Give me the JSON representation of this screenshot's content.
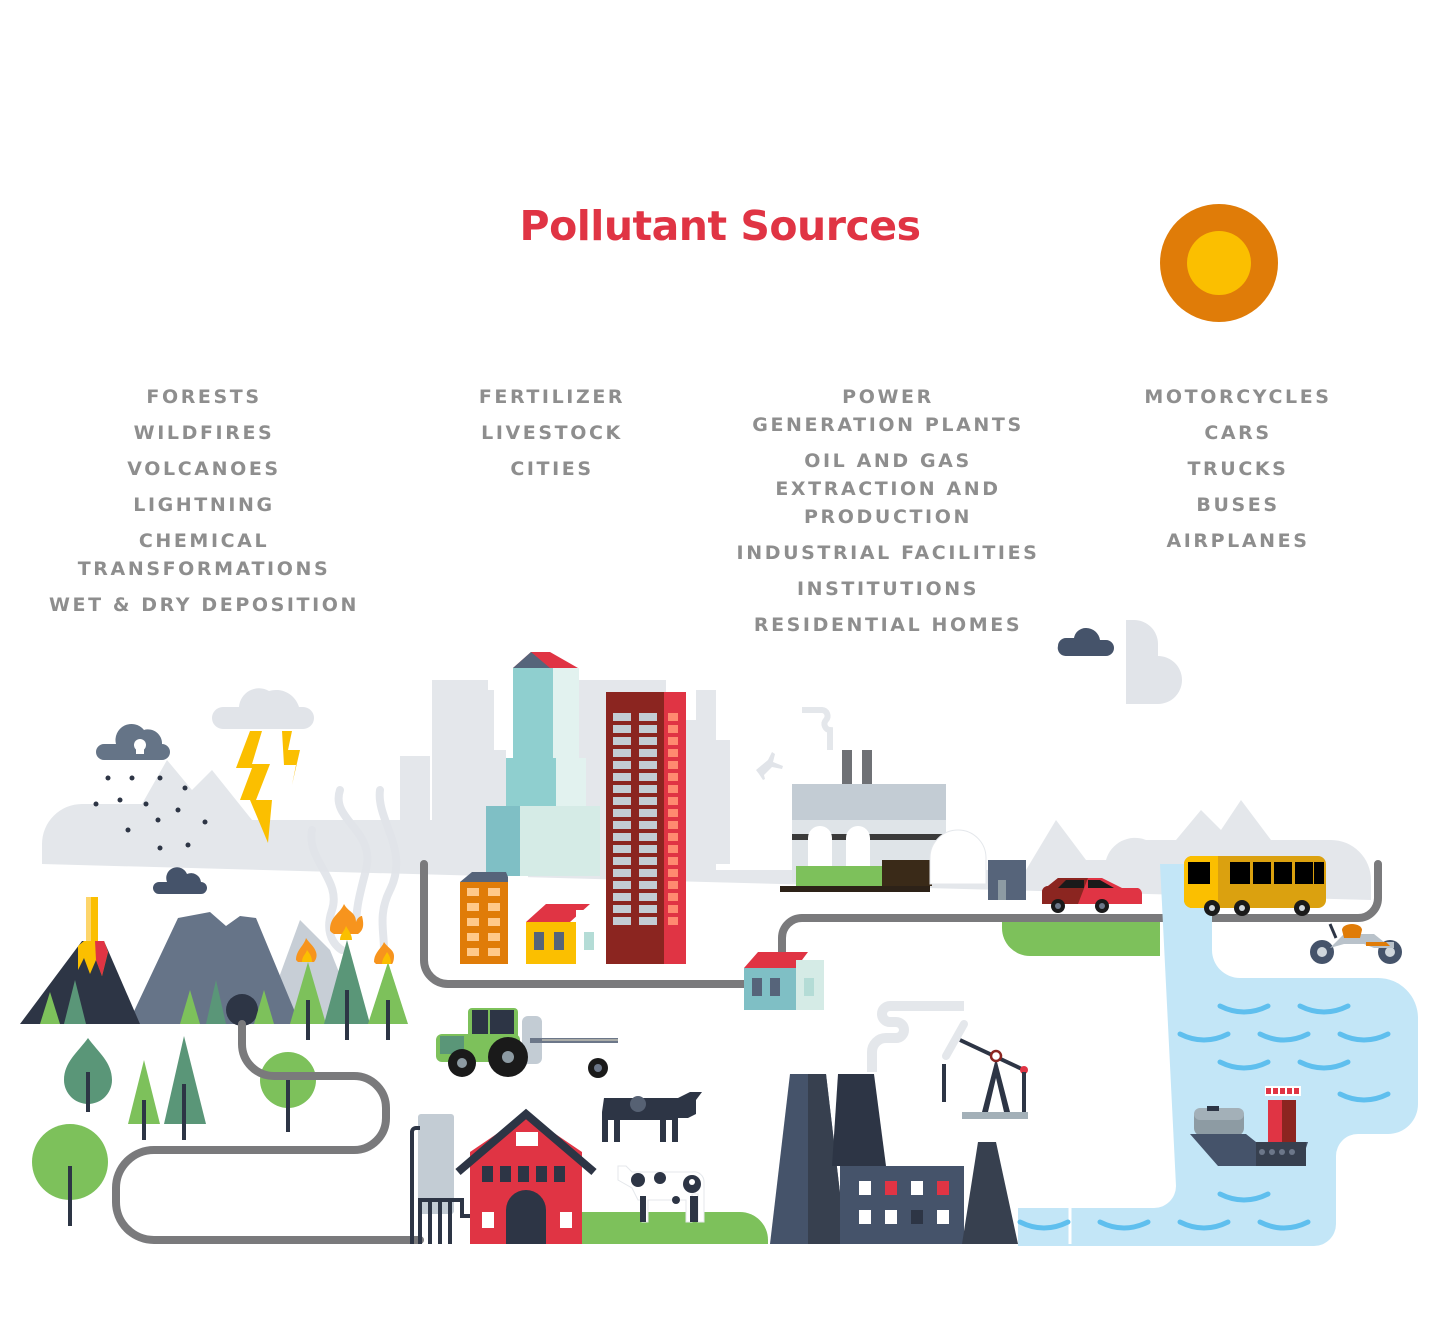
{
  "title": "Pollutant Sources",
  "colors": {
    "title": "#e03444",
    "label_text": "#8e8e8e",
    "sun_outer": "#e07c08",
    "sun_inner": "#fbbf00",
    "sky_band": "#e4e7eb",
    "road": "#7a7a7c",
    "water": "#c3e6f7",
    "wave": "#5fbfee",
    "grass": "#7dc15b",
    "dark": "#2d3545"
  },
  "categories": [
    {
      "name": "natural",
      "items": [
        {
          "lines": [
            "FORESTS"
          ]
        },
        {
          "lines": [
            "WILDFIRES"
          ]
        },
        {
          "lines": [
            "VOLCANOES"
          ]
        },
        {
          "lines": [
            "LIGHTNING"
          ]
        },
        {
          "lines": [
            "CHEMICAL",
            "TRANSFORMATIONS"
          ]
        },
        {
          "lines": [
            "WET & DRY DEPOSITION"
          ]
        }
      ]
    },
    {
      "name": "agricultural-urban",
      "items": [
        {
          "lines": [
            "FERTILIZER"
          ]
        },
        {
          "lines": [
            "LIVESTOCK"
          ]
        },
        {
          "lines": [
            "CITIES"
          ]
        }
      ]
    },
    {
      "name": "stationary",
      "items": [
        {
          "lines": [
            "POWER",
            "GENERATION PLANTS"
          ]
        },
        {
          "lines": [
            "OIL AND GAS",
            "EXTRACTION AND",
            "PRODUCTION"
          ]
        },
        {
          "lines": [
            "INDUSTRIAL FACILITIES"
          ]
        },
        {
          "lines": [
            "INSTITUTIONS"
          ]
        },
        {
          "lines": [
            "RESIDENTIAL HOMES"
          ]
        }
      ]
    },
    {
      "name": "mobile",
      "items": [
        {
          "lines": [
            "MOTORCYCLES"
          ]
        },
        {
          "lines": [
            "CARS"
          ]
        },
        {
          "lines": [
            "TRUCKS"
          ]
        },
        {
          "lines": [
            "BUSES"
          ]
        },
        {
          "lines": [
            "AIRPLANES"
          ]
        }
      ]
    }
  ],
  "illustration": {
    "icons": [
      "sun-icon",
      "cloud-icon",
      "toxic-cloud-icon",
      "lightning-icon",
      "volcano-icon",
      "mountain-icon",
      "wildfire-icon",
      "tree-icon",
      "skyscraper-icon",
      "house-icon",
      "power-plant-icon",
      "factory-icon",
      "oil-pumpjack-icon",
      "tractor-icon",
      "cow-icon",
      "barn-icon",
      "silo-icon",
      "car-icon",
      "bus-icon",
      "motorcycle-icon",
      "tanker-ship-icon",
      "airplane-icon",
      "wave-icon"
    ]
  }
}
